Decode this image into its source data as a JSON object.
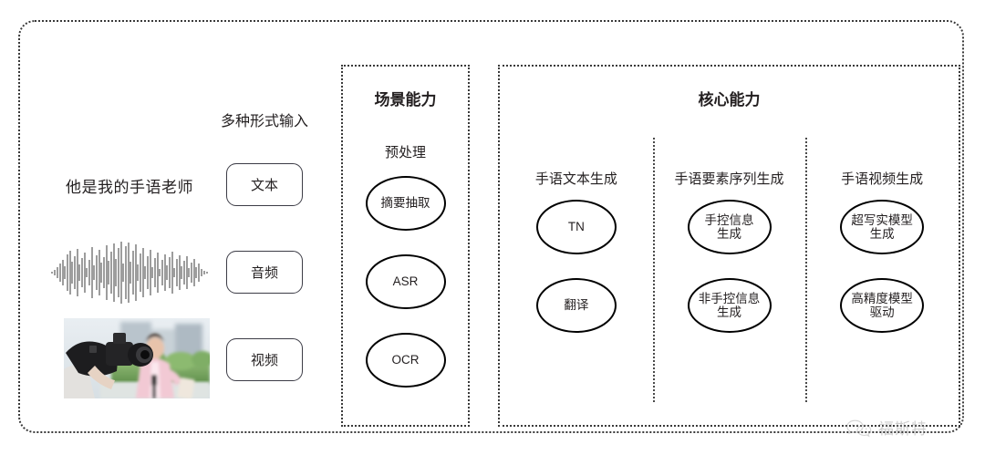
{
  "diagram": {
    "input_section": {
      "heading": "多种形式输入",
      "rows": [
        {
          "media_type": "text",
          "sample_text": "他是我的手语老师",
          "tag": "文本"
        },
        {
          "media_type": "waveform",
          "sample_text": "",
          "tag": "音频"
        },
        {
          "media_type": "thumbnail",
          "sample_text": "",
          "tag": "视频"
        }
      ]
    },
    "scene_panel": {
      "title": "场景能力",
      "subtitle": "预处理",
      "nodes": [
        {
          "label": "摘要抽取"
        },
        {
          "label": "ASR"
        },
        {
          "label": "OCR"
        }
      ]
    },
    "core_panel": {
      "title": "核心能力",
      "columns": [
        {
          "label": "手语文本生成",
          "nodes": [
            {
              "line1": "TN",
              "line2": ""
            },
            {
              "line1": "翻译",
              "line2": ""
            }
          ]
        },
        {
          "label": "手语要素序列生成",
          "nodes": [
            {
              "line1": "手控信息",
              "line2": "生成"
            },
            {
              "line1": "非手控信息",
              "line2": "生成"
            }
          ]
        },
        {
          "label": "手语视频生成",
          "nodes": [
            {
              "line1": "超写实模型",
              "line2": "生成"
            },
            {
              "line1": "高精度模型",
              "line2": "驱动"
            }
          ]
        }
      ]
    },
    "watermark": {
      "text": "福斯特",
      "icon": "wechat-icon"
    },
    "colors": {
      "background": "#ffffff",
      "border": "#3a3a3a",
      "text": "#231f20",
      "node_stroke": "#000000",
      "watermark": "#9a9a9a"
    }
  }
}
